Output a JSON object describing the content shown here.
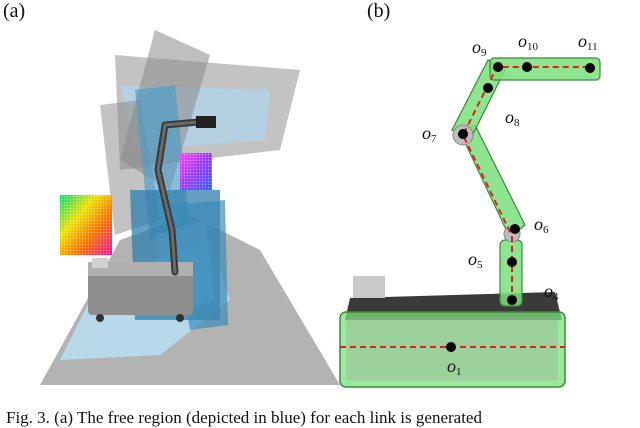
{
  "panel_a": {
    "label": "(a)"
  },
  "panel_b": {
    "label": "(b)"
  },
  "frames": [
    {
      "letter": "o",
      "sub": "1"
    },
    {
      "letter": "o",
      "sub": "4"
    },
    {
      "letter": "o",
      "sub": "5"
    },
    {
      "letter": "o",
      "sub": "6"
    },
    {
      "letter": "o",
      "sub": "7"
    },
    {
      "letter": "o",
      "sub": "8"
    },
    {
      "letter": "o",
      "sub": "9"
    },
    {
      "letter": "o",
      "sub": "10"
    },
    {
      "letter": "o",
      "sub": "11"
    }
  ],
  "caption": "Fig. 3.   (a) The free region (depicted in blue) for each link is generated",
  "colors": {
    "free_region": "#5fa9d1",
    "obstacle_grey": "#8a8a8a",
    "link_green": "#7be07b",
    "path_red": "#e02020"
  }
}
